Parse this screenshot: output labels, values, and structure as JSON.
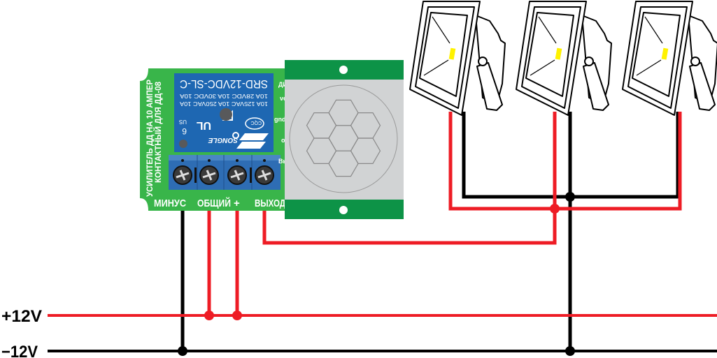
{
  "power_rails": {
    "positive_label": "+12V",
    "negative_label": "−12V",
    "positive_color": "#ee1c25",
    "negative_color": "#000000"
  },
  "relay_board": {
    "side_label_line1": "УСИЛИТЕЛЬ ДД НА 10 АМПЕР",
    "side_label_line2": "КОНТАКТНЫЙ ДЛЯ ДД-08",
    "terminal_labels": [
      "МИНУС",
      "ОБЩИЙ",
      "+",
      "ВЫХОД"
    ],
    "right_edge_labels": [
      "ДИ",
      "vc",
      "gnd",
      "o",
      "Вь"
    ],
    "board_color": "#39b54a",
    "relay": {
      "model": "SRD-12VDC-SL-C",
      "rating_line1": "10A 28VDC    10A 30VDC    10A",
      "rating_line2": "10A 125VAC   10A 250VAC   10A",
      "brand": "SONGLE",
      "cert_ul": "UL",
      "cert_cqc": "CQC",
      "mark_us": "US",
      "mark_num": "6",
      "color": "#1e67b2"
    }
  },
  "pir_sensor": {
    "name": "PIR motion sensor"
  },
  "floodlights": [
    {
      "name": "floodlight-1"
    },
    {
      "name": "floodlight-2"
    },
    {
      "name": "floodlight-3"
    }
  ],
  "colors": {
    "wire_red": "#ee1c25",
    "wire_black": "#000000",
    "led": "#fff200",
    "pir_green": "#0d9347",
    "pir_lens": "#d1d3d4"
  }
}
